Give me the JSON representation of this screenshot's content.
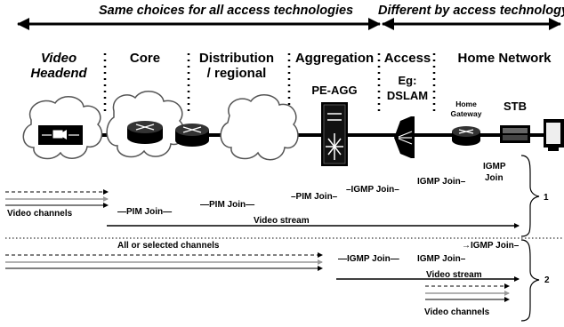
{
  "header": {
    "left": "Same choices for all access technologies",
    "right": "Different by access technology"
  },
  "sections": {
    "video_headend_1": "Video",
    "video_headend_2": "Headend",
    "core": "Core",
    "distribution_1": "Distribution",
    "distribution_2": "/ regional",
    "aggregation": "Aggregation",
    "access": "Access",
    "home_network": "Home Network"
  },
  "devices": {
    "pe_agg": "PE-AGG",
    "eg": "Eg:",
    "dslam": "DSLAM",
    "home_gateway_1": "Home",
    "home_gateway_2": "Gateway",
    "stb": "STB"
  },
  "scenario1": {
    "igmp_join_stb": "IGMP",
    "igmp_join_stb_2": "Join",
    "igmp_join_hg": "IGMP Join–",
    "igmp_join_dslam": "–IGMP Join–",
    "pim_join_agg": "–PIM Join–",
    "pim_join_dist": "—PIM Join—",
    "pim_join_core": "—PIM Join—",
    "video_channels": "Video channels",
    "video_stream": "Video stream",
    "label": "1"
  },
  "scenario2": {
    "all_channels": "All or selected channels",
    "igmp_join_stb": "→IGMP Join–",
    "igmp_join_hg": "IGMP Join–",
    "igmp_join_dslam": "—IGMP Join—",
    "video_stream": "Video stream",
    "video_channels": "Video channels",
    "label": "2"
  }
}
